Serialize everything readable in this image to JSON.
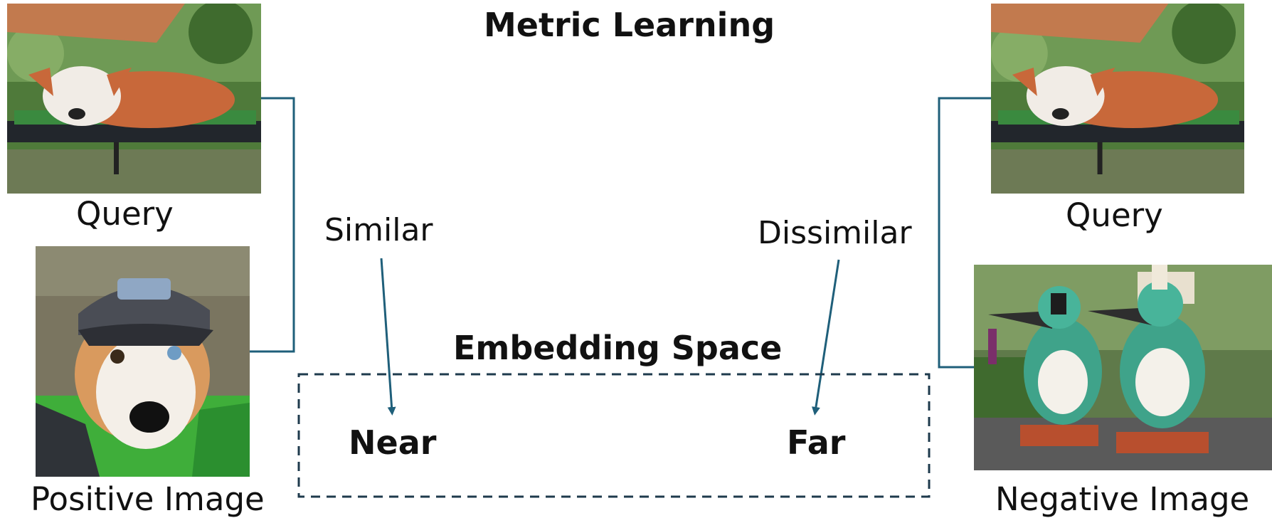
{
  "title": "Metric Learning",
  "left": {
    "query_caption": "Query",
    "positive_caption": "Positive Image"
  },
  "right": {
    "query_caption": "Query",
    "negative_caption": "Negative Image"
  },
  "center": {
    "similar_label": "Similar",
    "dissimilar_label": "Dissimilar",
    "embedding_title": "Embedding Space",
    "near_label": "Near",
    "far_label": "Far"
  },
  "colors": {
    "connector": "#1f5f7a",
    "dashed_box": "#1e3a4c"
  }
}
